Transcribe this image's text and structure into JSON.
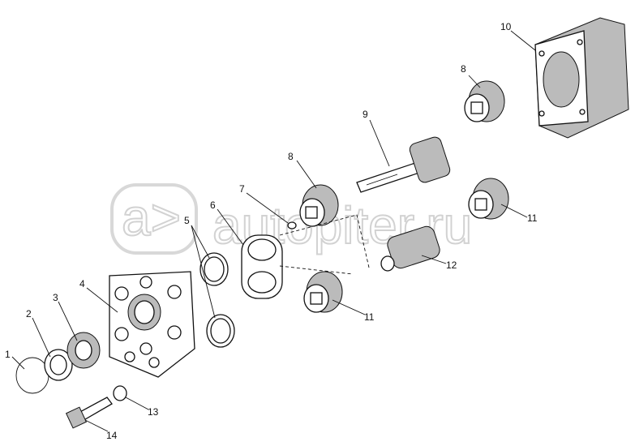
{
  "watermark": {
    "text": "autopiter.ru",
    "logo": "a>"
  },
  "callouts": [
    "1",
    "2",
    "3",
    "4",
    "5",
    "6",
    "7",
    "8",
    "9",
    "8",
    "10",
    "11",
    "12",
    "11",
    "13",
    "14"
  ]
}
